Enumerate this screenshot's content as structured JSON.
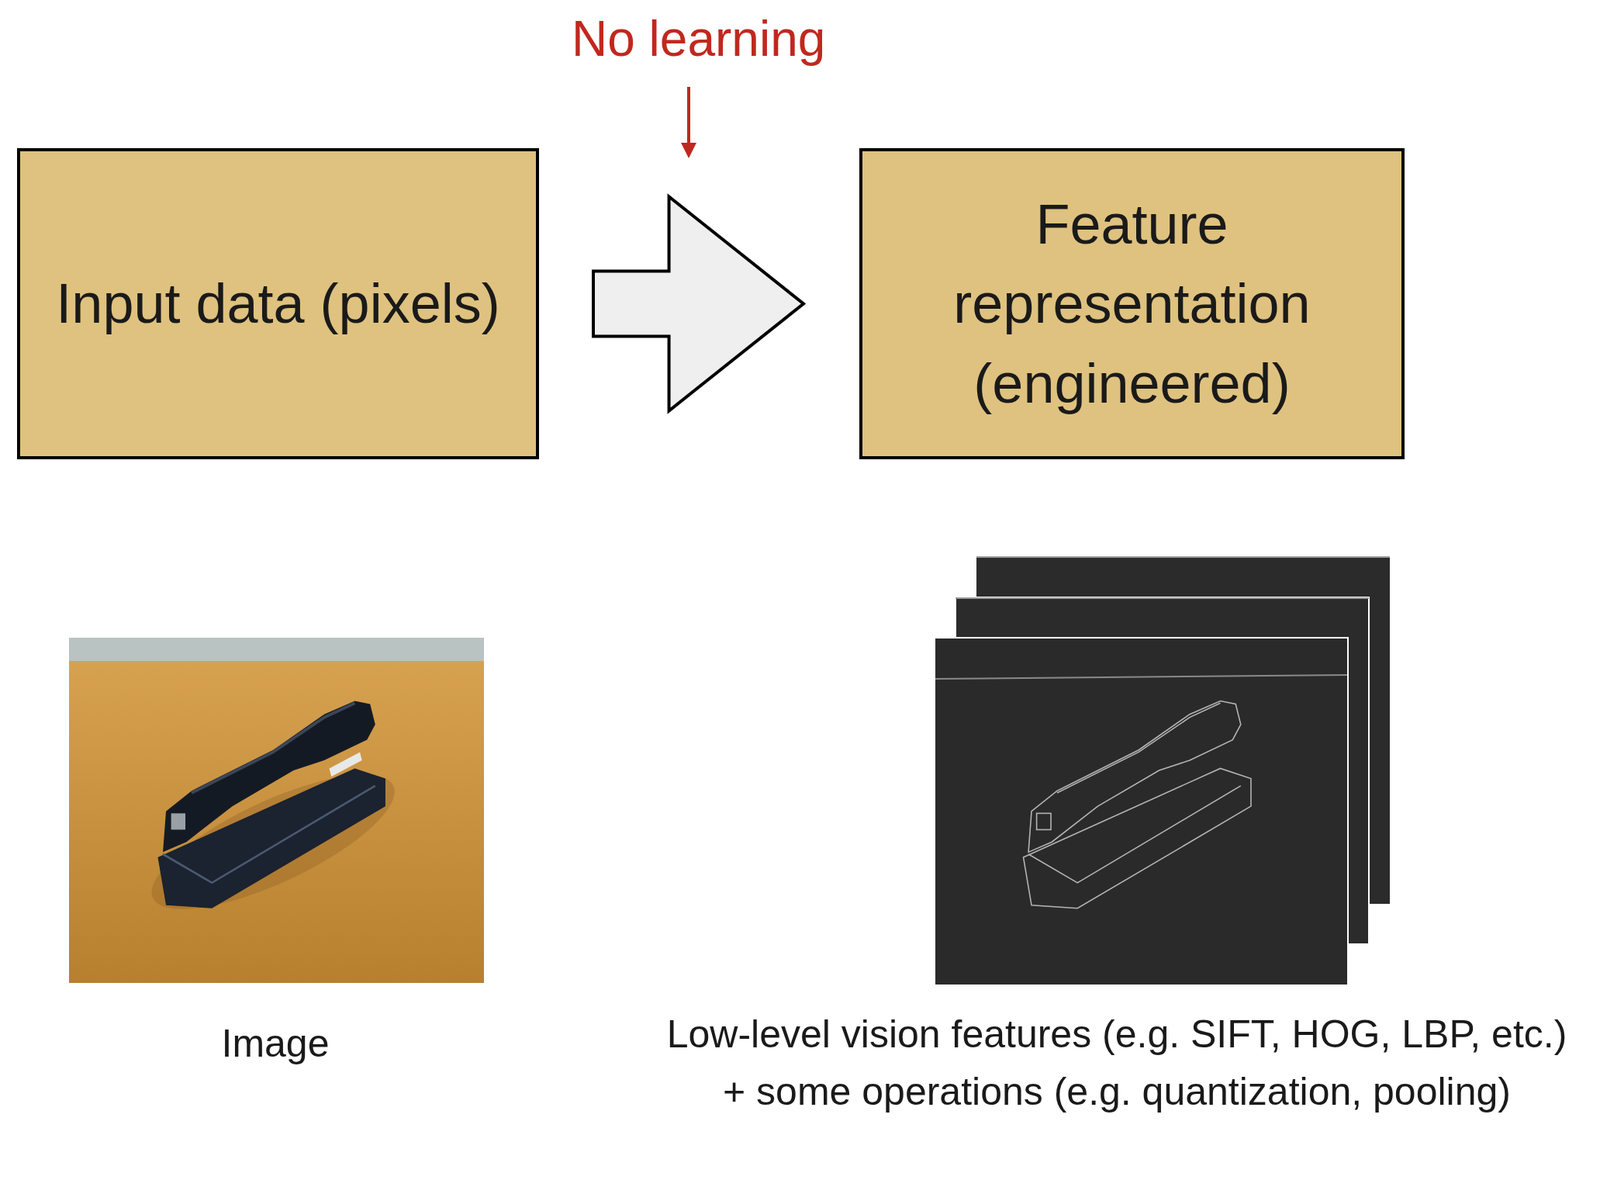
{
  "diagram": {
    "nodes": [
      {
        "text": [
          "Input data (pixels)"
        ]
      },
      {
        "text": [
          "Feature representation (engineered)"
        ]
      }
    ],
    "edges": [
      {
        "from": 0,
        "to": 1,
        "arrow": "to",
        "label": "No learning"
      }
    ],
    "labels": [
      "Image",
      "Low-level vision features (e.g. SIFT, HOG, LBP, etc.) + some operations (e.g. quantization, pooling)"
    ]
  }
}
